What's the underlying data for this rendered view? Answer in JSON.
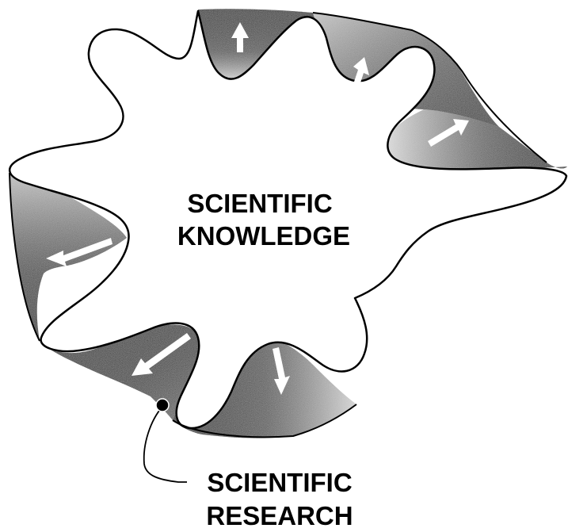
{
  "center_label": {
    "line1": "SCIENTIFIC",
    "line2": "KNOWLEDGE"
  },
  "outer_label": {
    "line1": "SCIENTIFIC",
    "line2": "RESEARCH"
  },
  "colors": {
    "ink": "#000000",
    "background": "#ffffff",
    "arrow": "#ffffff"
  },
  "icons": {
    "arrows": [
      "arrow-up-icon",
      "arrow-northeast-icon",
      "arrow-east-icon",
      "arrow-west-icon",
      "arrow-southwest-icon",
      "arrow-southeast-icon"
    ],
    "marker": "research-point-marker-icon"
  }
}
